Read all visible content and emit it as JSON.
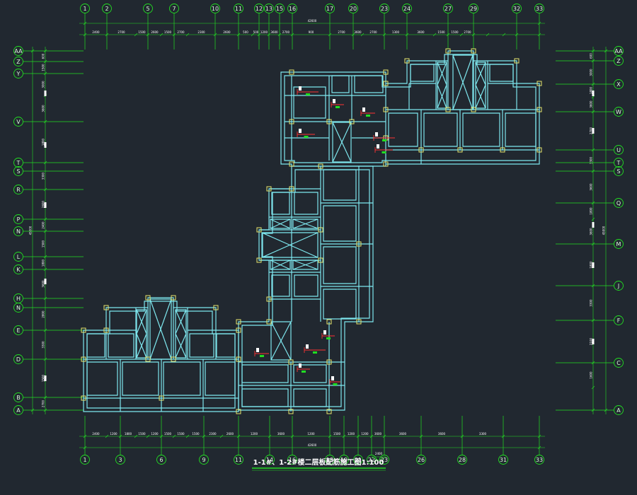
{
  "drawing": {
    "title": "1-1#、1-2#楼二层板配筋施工图1:100",
    "scale_note": "2400",
    "colors": {
      "background": "#212830",
      "axis": "#22dd22",
      "wall": "#7ee7ee",
      "column": "#e6e66e",
      "rebar": "#ff3333"
    }
  },
  "axes": {
    "top": [
      "1",
      "2",
      "5",
      "7",
      "10",
      "11",
      "12",
      "13",
      "15",
      "16",
      "17",
      "20",
      "23",
      "24",
      "27",
      "29",
      "32",
      "33"
    ],
    "bottom": [
      "1",
      "3",
      "6",
      "9",
      "11",
      "14",
      "16",
      "18",
      "19",
      "21",
      "22",
      "23",
      "26",
      "28",
      "31",
      "33"
    ],
    "left": [
      "AA",
      "Z",
      "Y",
      "V",
      "T",
      "S",
      "R",
      "P",
      "N",
      "L",
      "K",
      "H",
      "N",
      "E",
      "D",
      "B",
      "A"
    ],
    "right": [
      "AA",
      "Z",
      "X",
      "W",
      "U",
      "T",
      "S",
      "Q",
      "M",
      "J",
      "F",
      "C",
      "A"
    ]
  },
  "dimensions": {
    "top_total": "42600",
    "top_segments": [
      "2400",
      "2700",
      "1500",
      "2600",
      "1500",
      "2700",
      "2300",
      "2600",
      "500",
      "500",
      "1200",
      "3600",
      "2700",
      "900",
      "2700",
      "3600",
      "2700",
      "1300",
      "3600",
      "1500",
      "1500",
      "2700"
    ],
    "bottom_total": "42600",
    "bottom_segments": [
      "2400",
      "1200",
      "1800",
      "1500",
      "1200",
      "1500",
      "1500",
      "1500",
      "2300",
      "2600",
      "1200",
      "3600",
      "1200",
      "1500",
      "1200",
      "1200",
      "3600",
      "3600",
      "3600",
      "3300"
    ],
    "left_total": "45000",
    "left_segments": [
      "600",
      "1500",
      "3000",
      "3600",
      "1800",
      "3300",
      "2600",
      "2400",
      "1500",
      "1800",
      "3600",
      "2800",
      "3300",
      "1500",
      "2700"
    ],
    "right_total": "45000",
    "right_segments": [
      "600",
      "3000",
      "1800",
      "3600",
      "2700",
      "3300",
      "3600",
      "1800",
      "3600",
      "1800",
      "3300",
      "2100",
      "1600"
    ]
  }
}
